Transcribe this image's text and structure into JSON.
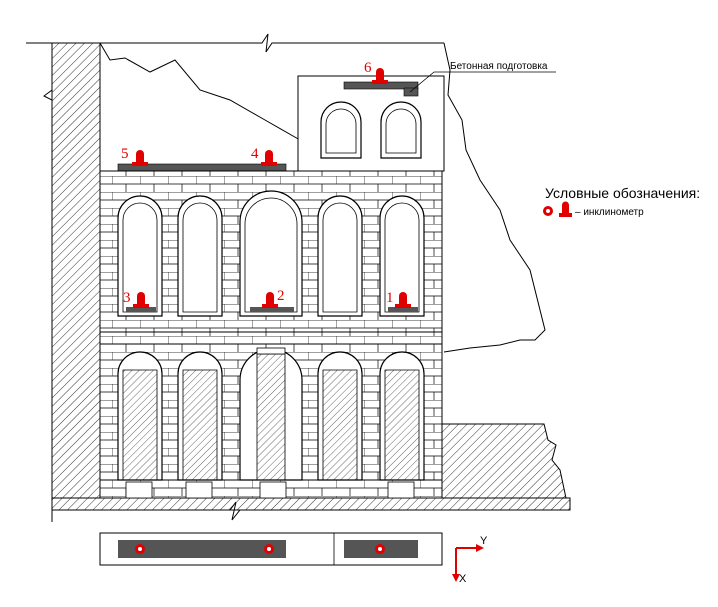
{
  "labels": {
    "concrete_prep": "Бетонная подготовка",
    "legend_title": "Условные обозначения:",
    "legend_item": "– инклинометр",
    "axis_y": "Y",
    "axis_x": "X"
  },
  "sensors": [
    {
      "id": "5",
      "label": "5"
    },
    {
      "id": "4",
      "label": "4"
    },
    {
      "id": "6",
      "label": "6"
    },
    {
      "id": "3",
      "label": "3"
    },
    {
      "id": "2",
      "label": "2"
    },
    {
      "id": "1",
      "label": "1"
    }
  ],
  "colors": {
    "line": "#000000",
    "sensor": "#e00000",
    "slab": "#555555",
    "background": "#ffffff"
  },
  "icons": {
    "sensor_top": "inclinometer-top-icon",
    "sensor_side": "inclinometer-side-icon",
    "axes": "xy-axes-icon"
  }
}
